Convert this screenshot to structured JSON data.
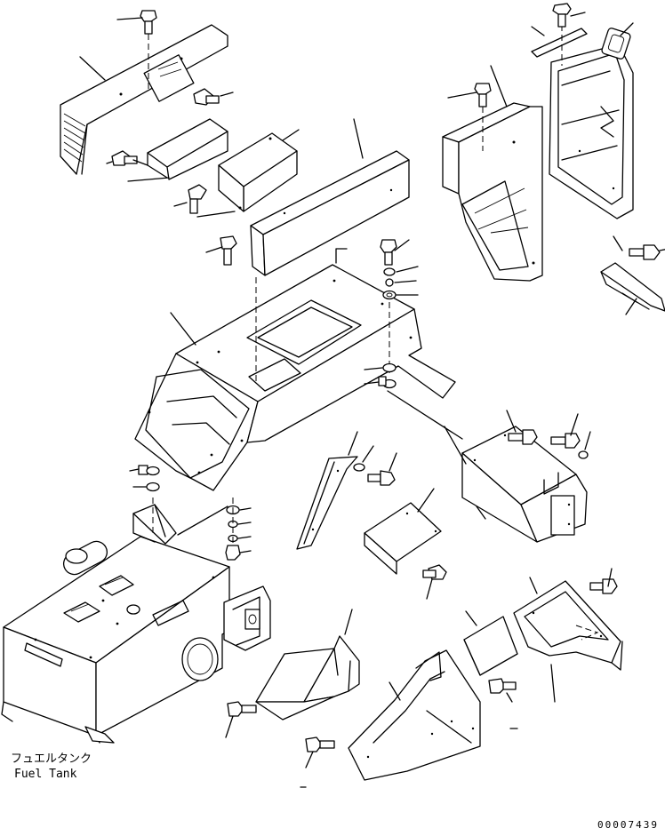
{
  "diagram": {
    "labels": {
      "fuel_tank_jp": "フュエルタンク",
      "fuel_tank_en": "Fuel Tank",
      "drawing_number": "00007439"
    }
  }
}
